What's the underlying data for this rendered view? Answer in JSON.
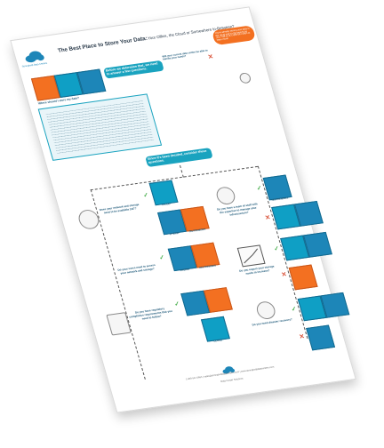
{
  "header": {
    "logo_text": "Stronghold Data Centers",
    "title": "The Best Place to Store Your Data:",
    "subtitle": "Your Office, the Cloud or Somewhere In-Between?"
  },
  "intro": {
    "callout": "Before we determine that, we need to answer a few questions.",
    "where_question": "Where should I store my data?",
    "q1": "Will your current data center be able to handle your needs?",
    "orange_bubble": "You're already storing your data in the cloud and it's the best fit for you. Call us at 1-800-567-5663 to learn more!"
  },
  "section2": {
    "callout": "Since it's been decided, consider these questions."
  },
  "labels": {
    "cloud": "CLOUD",
    "hybrid": "HYBRID",
    "on_premises": "ON-PREMISES"
  },
  "questions": {
    "q_24_7": "Does your network and storage need to be available 24/7?",
    "q_team": "Do you have a team of staff with the expertise to manage your infrastructure?",
    "q_scale": "Do you expect your storage needs to increase?",
    "q_remote": "Do your users need to access your network and storage?",
    "q_regulations": "Do you have regulatory compliance requirements that you need to follow?",
    "q_recovery": "Do you need disaster recovery?"
  },
  "footer": {
    "contact": "1-800-567-5663 | sales@strongholddatacenters.com | www.strongholddatacenters.com",
    "tagline": "Data Center Solutions"
  },
  "colors": {
    "teal": "#1aa3bf",
    "blue": "#1d86b8",
    "orange": "#f37021",
    "green": "#4cb050",
    "red": "#d9533a"
  }
}
